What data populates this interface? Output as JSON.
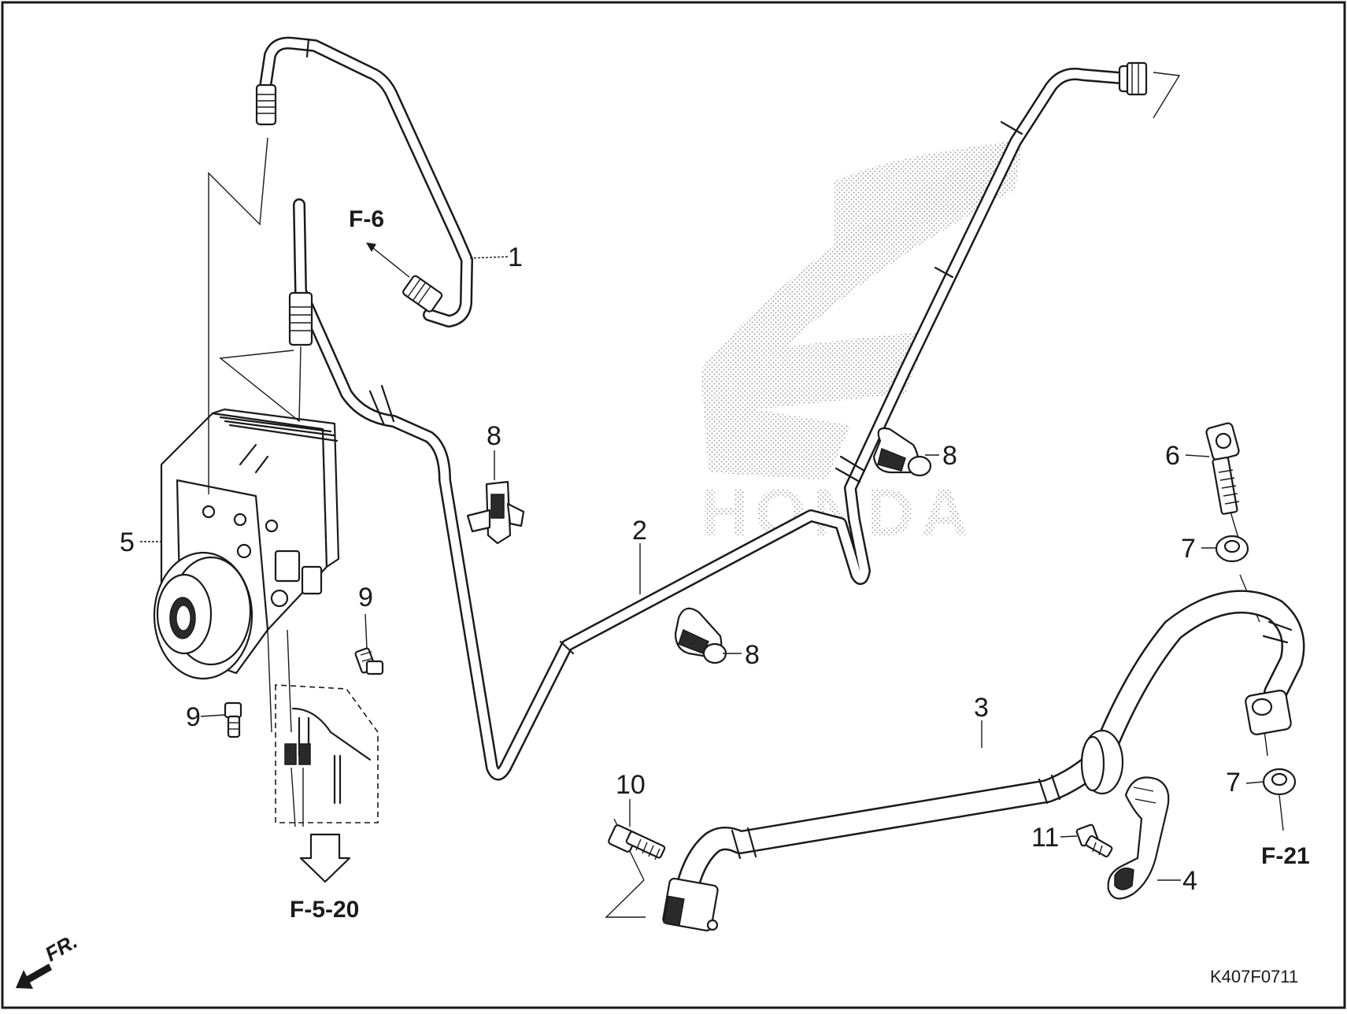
{
  "diagram": {
    "callouts": [
      {
        "id": "c1",
        "label": "1"
      },
      {
        "id": "c2",
        "label": "2"
      },
      {
        "id": "c3",
        "label": "3"
      },
      {
        "id": "c4",
        "label": "4"
      },
      {
        "id": "c5",
        "label": "5"
      },
      {
        "id": "c6",
        "label": "6"
      },
      {
        "id": "c7a",
        "label": "7"
      },
      {
        "id": "c7b",
        "label": "7"
      },
      {
        "id": "c8a",
        "label": "8"
      },
      {
        "id": "c8b",
        "label": "8"
      },
      {
        "id": "c8c",
        "label": "8"
      },
      {
        "id": "c9a",
        "label": "9"
      },
      {
        "id": "c9b",
        "label": "9"
      },
      {
        "id": "c10",
        "label": "10"
      },
      {
        "id": "c11",
        "label": "11"
      }
    ],
    "references": {
      "f6": "F-6",
      "f520": "F-5-20",
      "f21": "F-21"
    },
    "front_marker": "FR.",
    "drawing_code": "K407F0711",
    "watermark": "HONDA"
  }
}
